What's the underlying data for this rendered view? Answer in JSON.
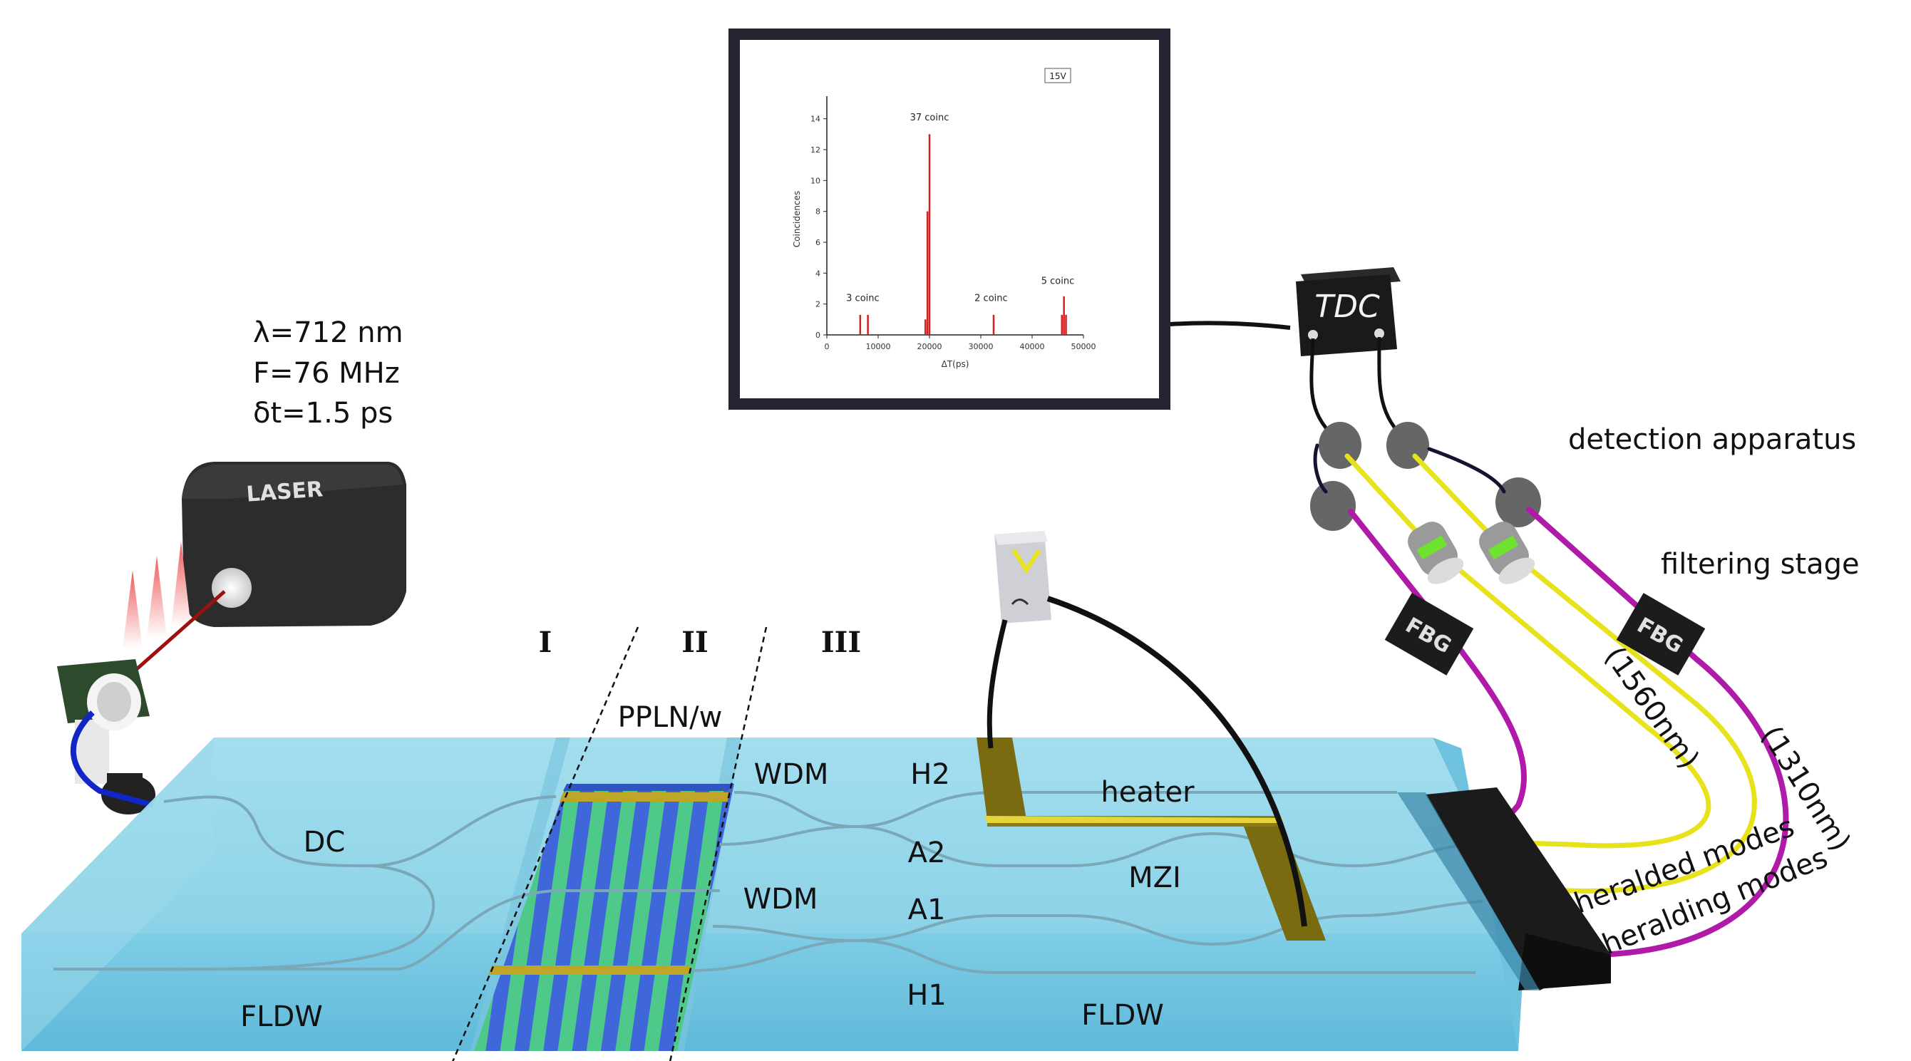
{
  "laser": {
    "wavelength": "λ=712 nm",
    "frequency": "F=76 MHz",
    "pulse": "δt=1.5 ps"
  },
  "sections": {
    "s1": "I",
    "s2": "II",
    "s3": "III"
  },
  "chip_labels": {
    "ppln": "PPLN/w",
    "dc": "DC",
    "fldw_left": "FLDW",
    "fldw_right": "FLDW",
    "wdm_top": "WDM",
    "wdm_bottom": "WDM",
    "h2": "H2",
    "a2": "A2",
    "a1": "A1",
    "h1": "H1",
    "heater": "heater",
    "mzi": "MZI"
  },
  "right_labels": {
    "detection": "detection apparatus",
    "filtering": "filtering stage",
    "heralded": "heralded modes",
    "heralding": "heralding modes",
    "wl_1560": "(1560nm)",
    "wl_1310": "(1310nm)"
  },
  "devices": {
    "tdc": "TDC",
    "fbg": "FBG",
    "laser_logo": "LASER"
  },
  "colors": {
    "chip": "#8fd6ea",
    "ppln_blue": "#3f67d9",
    "ppln_green": "#4fc98a",
    "heater": "#7a6a10",
    "fiber_magenta": "#b01aa8",
    "fiber_yellow": "#e8e21c",
    "pump_red": "#9c1010"
  },
  "chart_data": {
    "type": "bar",
    "badge": "15V",
    "xlabel": "ΔT(ps)",
    "ylabel": "Coincidences",
    "xlim": [
      0,
      50000
    ],
    "ylim": [
      0,
      15
    ],
    "x_ticks": [
      0,
      10000,
      20000,
      30000,
      40000,
      50000
    ],
    "y_ticks": [
      0,
      2,
      4,
      6,
      8,
      10,
      12,
      14
    ],
    "series": [
      {
        "x": [
          6500,
          8000,
          19200,
          19600,
          20000,
          32500,
          45800,
          46200,
          46600
        ],
        "values": [
          1.3,
          1.3,
          1.0,
          8.0,
          13.0,
          1.3,
          1.3,
          2.5,
          1.3
        ]
      }
    ],
    "annotations": [
      {
        "text": "3 coinc",
        "x": 7000,
        "y": 2.2
      },
      {
        "text": "37 coinc",
        "x": 20000,
        "y": 13.9
      },
      {
        "text": "2 coinc",
        "x": 32000,
        "y": 2.2
      },
      {
        "text": "5 coinc",
        "x": 45000,
        "y": 3.3
      }
    ]
  }
}
